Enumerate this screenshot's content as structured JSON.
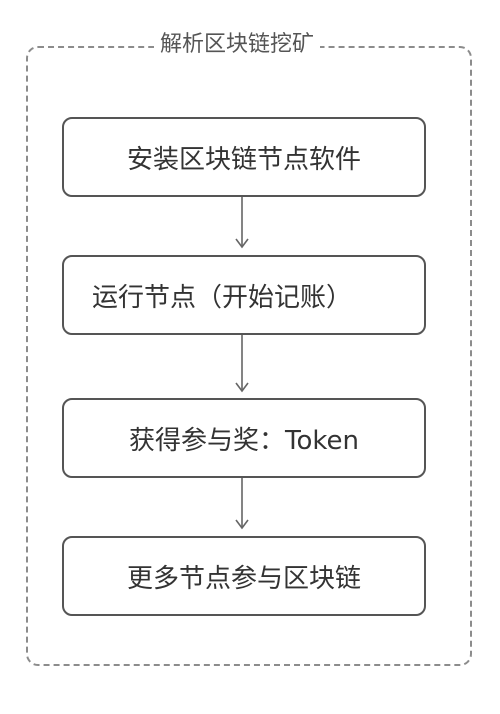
{
  "diagram": {
    "title": "解析区块链挖矿",
    "steps": [
      {
        "label": "安装区块链节点软件"
      },
      {
        "label": "运行节点（开始记账）"
      },
      {
        "label": "获得参与奖：Token"
      },
      {
        "label": "更多节点参与区块链"
      }
    ]
  }
}
